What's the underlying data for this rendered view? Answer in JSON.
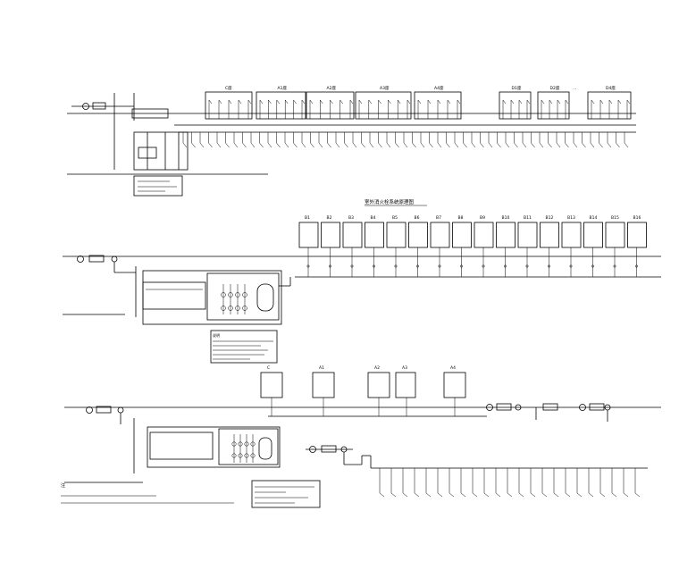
{
  "section1": {
    "bldg_labels": [
      "C座",
      "A1座",
      "A2座",
      "A3座",
      "A4座",
      "D1座",
      "D2座",
      "…",
      "D4座"
    ]
  },
  "section2": {
    "title": "室外消火栓系统原理图",
    "bldg_labels": [
      "B1",
      "B2",
      "B3",
      "B4",
      "B5",
      "B6",
      "B7",
      "B8",
      "B9",
      "B10",
      "B11",
      "B12",
      "B13",
      "B14",
      "B15",
      "B16"
    ],
    "note_label": "说明"
  },
  "section3": {
    "bldg_labels": [
      "C",
      "A1",
      "A2",
      "A3",
      "A4"
    ]
  },
  "footer": {
    "notes_title": "注"
  }
}
